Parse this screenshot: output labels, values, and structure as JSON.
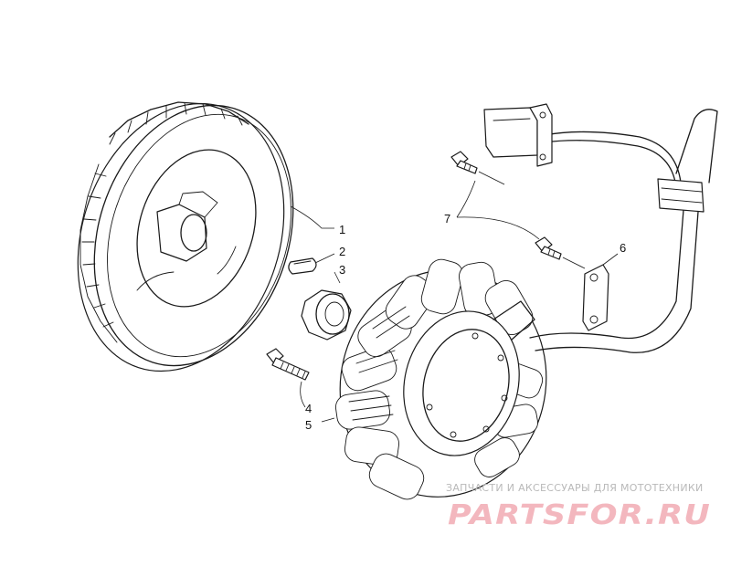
{
  "callouts": [
    {
      "id": "1",
      "label": "1"
    },
    {
      "id": "2",
      "label": "2"
    },
    {
      "id": "3",
      "label": "3"
    },
    {
      "id": "4",
      "label": "4"
    },
    {
      "id": "5",
      "label": "5"
    },
    {
      "id": "6",
      "label": "6"
    },
    {
      "id": "7",
      "label": "7"
    }
  ],
  "watermark": {
    "caption": "ЗАПЧАСТИ И АКСЕССУАРЫ ДЛЯ МОТОТЕХНИКИ",
    "logo": "PARTSFOR.RU",
    "color_caption": "#b9b9b9",
    "color_logo": "#f3b7be"
  },
  "colors": {
    "ink": "#1a1a1a",
    "background": "#ffffff"
  }
}
